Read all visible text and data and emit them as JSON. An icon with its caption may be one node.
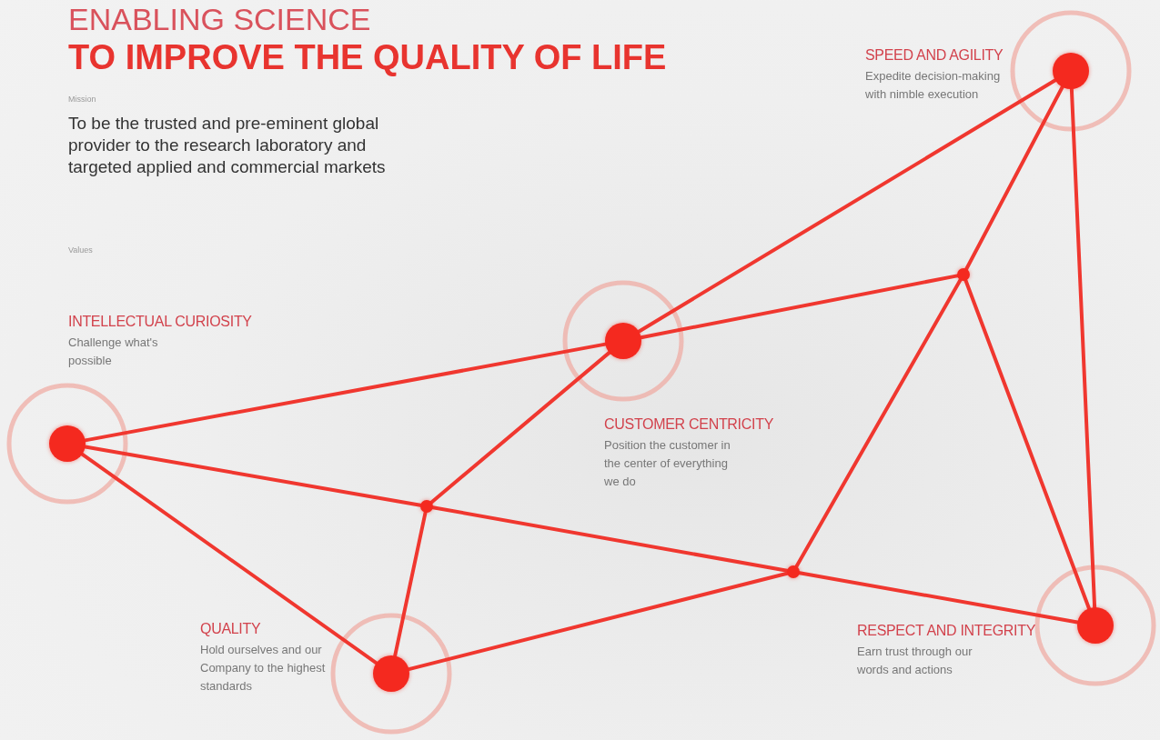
{
  "diagram": {
    "title": "ENABLING SCIENCE **TO IMPROVE THE QUALITY OF LIFE**",
    "nodes": [
      {
        "text": [],
        "shape": "circle",
        "beside": [
          "SPEED AND AGILITY",
          "Expedite decision-making with nimble execution"
        ]
      },
      {
        "text": [],
        "shape": "circle",
        "beside": [
          "CUSTOMER CENTRICITY",
          "Position the customer in the center of everything we do"
        ]
      },
      {
        "text": [],
        "shape": "circle",
        "beside": [
          "INTELLECTUAL CURIOSITY",
          "Challenge what's possible"
        ]
      },
      {
        "text": [],
        "shape": "circle",
        "beside": [
          "QUALITY",
          "Hold ourselves and our Company to the highest standards"
        ]
      },
      {
        "text": [],
        "shape": "circle",
        "beside": [
          "RESPECT AND INTEGRITY",
          "Earn trust through our words and actions"
        ]
      },
      {
        "text": [],
        "shape": "circle"
      },
      {
        "text": [],
        "shape": "circle"
      },
      {
        "text": [],
        "shape": "circle"
      }
    ],
    "edges": [
      {
        "from": 0,
        "to": 1,
        "arrow": "none"
      },
      {
        "from": 0,
        "to": 5,
        "arrow": "none"
      },
      {
        "from": 0,
        "to": 4,
        "arrow": "none"
      },
      {
        "from": 1,
        "to": 5,
        "arrow": "none"
      },
      {
        "from": 5,
        "to": 4,
        "arrow": "none"
      },
      {
        "from": 5,
        "to": 7,
        "arrow": "none"
      },
      {
        "from": 1,
        "to": 2,
        "arrow": "none"
      },
      {
        "from": 1,
        "to": 6,
        "arrow": "none"
      },
      {
        "from": 2,
        "to": 6,
        "arrow": "none"
      },
      {
        "from": 6,
        "to": 7,
        "arrow": "none"
      },
      {
        "from": 7,
        "to": 4,
        "arrow": "none"
      },
      {
        "from": 2,
        "to": 3,
        "arrow": "none"
      },
      {
        "from": 6,
        "to": 3,
        "arrow": "none"
      },
      {
        "from": 3,
        "to": 7,
        "arrow": "none"
      }
    ],
    "labels": [
      "Mission",
      "To be the trusted and pre-eminent global provider to the research laboratory and targeted applied and commercial markets",
      "Values"
    ]
  }
}
